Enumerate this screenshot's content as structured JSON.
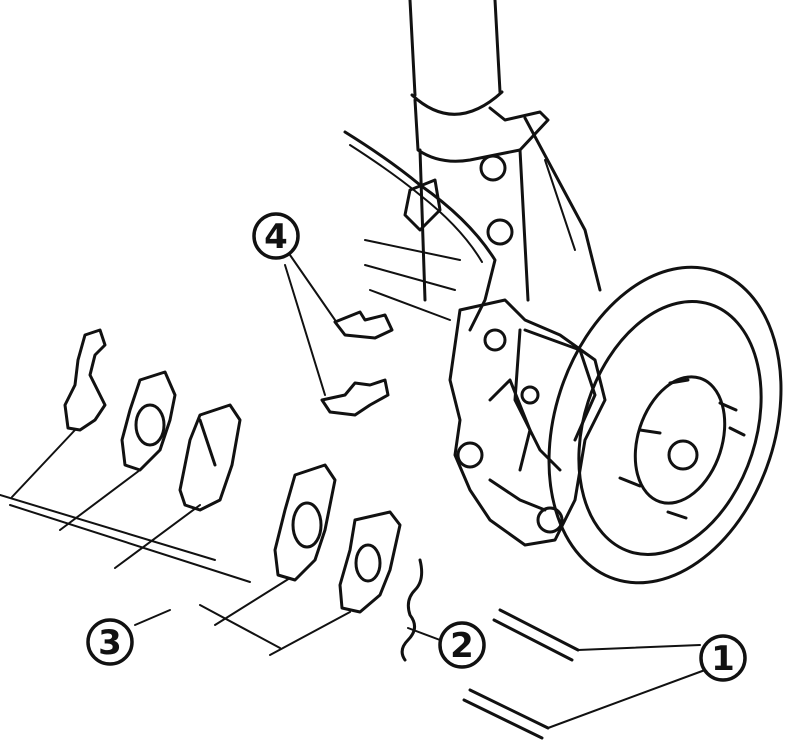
{
  "callouts": {
    "c1": "1",
    "c2": "2",
    "c3": "3",
    "c4": "4"
  },
  "colors": {
    "ink": "#111111",
    "background": "#ffffff"
  }
}
